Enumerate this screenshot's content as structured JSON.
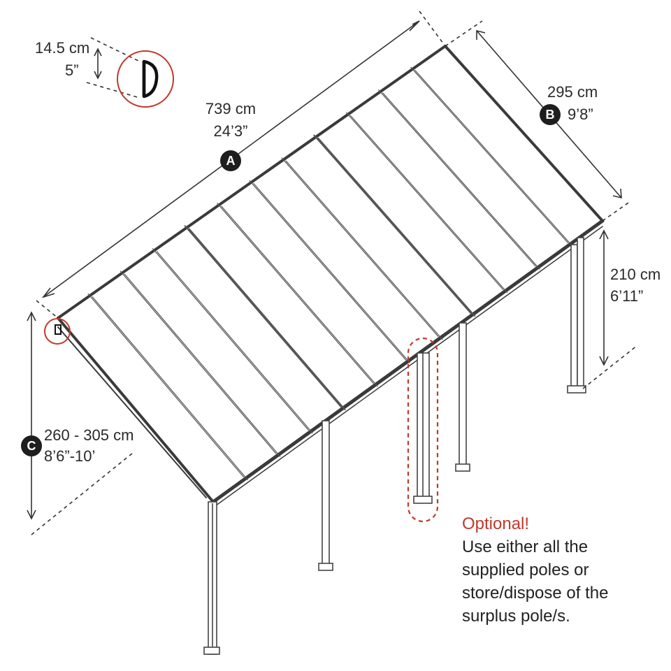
{
  "title": "",
  "profile": {
    "metric": "14.5 cm",
    "imperial": "5”"
  },
  "length": {
    "metric": "739 cm",
    "imperial": "24’3”",
    "badge": "A"
  },
  "depth": {
    "metric": "295 cm",
    "imperial": "9’8”",
    "badge": "B"
  },
  "front_height": {
    "metric": "210 cm",
    "imperial": "6’11”"
  },
  "wall_height": {
    "metric": "260 - 305 cm",
    "imperial": "8’6”-10’",
    "badge": "C"
  },
  "note": {
    "title": "Optional!",
    "lines": [
      "Use either all the",
      "supplied poles or",
      "store/dispose of the",
      "surplus pole/s."
    ]
  },
  "colors": {
    "line": "#3a3a3a",
    "highlight": "#c0392b",
    "badge": "#1e1e1e"
  }
}
